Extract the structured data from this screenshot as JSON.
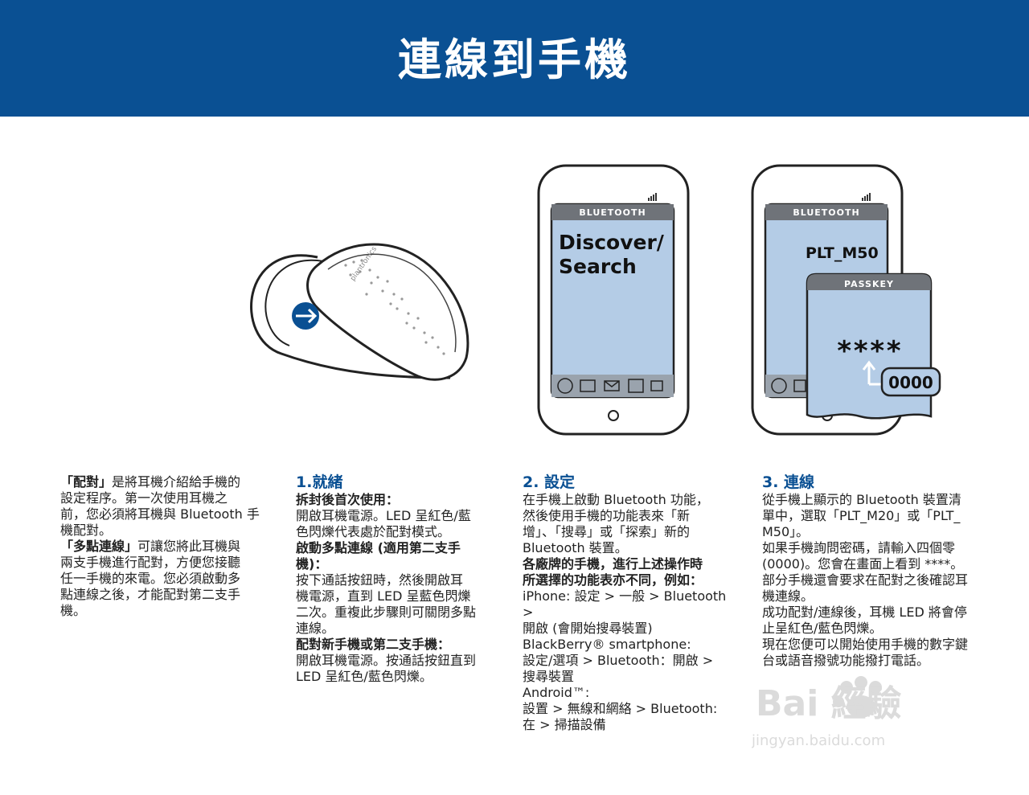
{
  "header": {
    "title": "連線到手機"
  },
  "illustration": {
    "headset_logo": "plantronics",
    "phone1": {
      "bluetooth_label": "BLUETOOTH",
      "screen_line1": "Discover/",
      "screen_line2": "Search"
    },
    "phone2": {
      "bluetooth_label": "BLUETOOTH",
      "device_name": "PLT_M50",
      "passkey_label": "PASSKEY",
      "masked": "****",
      "code": "0000"
    }
  },
  "intro": {
    "p1_bold": "「配對」",
    "p1_line1": "是將耳機介紹給手機的",
    "p1_line2": "設定程序。第一次使用耳機之",
    "p1_line3": "前，您必須將耳機與 Bluetooth 手",
    "p1_line4": "機配對。",
    "p2_bold": "「多點連線」",
    "p2_line1": "可讓您將此耳機與",
    "p2_line2": "兩支手機進行配對，方便您接聽",
    "p2_line3": "任一手機的來電。您必須啟動多",
    "p2_line4": "點連線之後，才能配對第二支手",
    "p2_line5": "機。"
  },
  "step1": {
    "heading": "1.就緒",
    "s1_title": "拆封後首次使用：",
    "s1_line1": "開啟耳機電源。LED 呈紅色/藍",
    "s1_line2": "色閃爍代表處於配對模式。",
    "s2_title1": "啟動多點連線 (適用第二支手",
    "s2_title2": "機)：",
    "s2_line1": "按下通話按鈕時，然後開啟耳",
    "s2_line2": "機電源，直到 LED 呈藍色閃爍",
    "s2_line3": "二次。重複此步驟則可關閉多點",
    "s2_line4": "連線。",
    "s3_title": "配對新手機或第二支手機：",
    "s3_line1": "開啟耳機電源。按通話按鈕直到",
    "s3_line2": "LED 呈紅色/藍色閃爍。"
  },
  "step2": {
    "heading": "2. 設定",
    "intro_line1": "在手機上啟動 Bluetooth 功能，",
    "intro_line2": "然後使用手機的功能表來「新",
    "intro_line3": "增」、「搜尋」或「探索」新的",
    "intro_line4": "Bluetooth 裝置。",
    "note_line1": "各廠牌的手機，進行上述操作時",
    "note_line2": "所選擇的功能表亦不同，例如：",
    "iphone_label": "iPhone:",
    "iphone_line1": " 設定 > 一般 > Bluetooth >",
    "iphone_line2": "開啟 (會開始搜尋裝置)",
    "bb_label": "BlackBerry® smartphone:",
    "bb_line1": "設定/選項 > Bluetooth：開啟 >",
    "bb_line2": "搜尋裝置",
    "android_label": "Android™:",
    "android_line1": "設置 > 無線和網絡 > Bluetooth:",
    "android_line2": "在 > 掃描設備"
  },
  "step3": {
    "heading": "3. 連線",
    "p1_line1": "從手機上顯示的 Bluetooth 裝置清",
    "p1_line2": "單中，選取「PLT_M20」或「PLT_",
    "p1_line3": "M50」。",
    "p2_line1": "如果手機詢問密碼，請輸入四個零",
    "p2_line2": "(0000)。您會在畫面上看到 ****。",
    "p3_line1": "部分手機還會要求在配對之後確認耳",
    "p3_line2": "機連線。",
    "p4_line1": "成功配對/連線後，耳機 LED 將會停",
    "p4_line2": "止呈紅色/藍色閃爍。",
    "p5_line1": "現在您便可以開始使用手機的數字鍵",
    "p5_line2": "台或語音撥號功能撥打電話。"
  },
  "watermark": {
    "text": "Bai 經驗",
    "sub": "jingyan.baidu.com"
  }
}
